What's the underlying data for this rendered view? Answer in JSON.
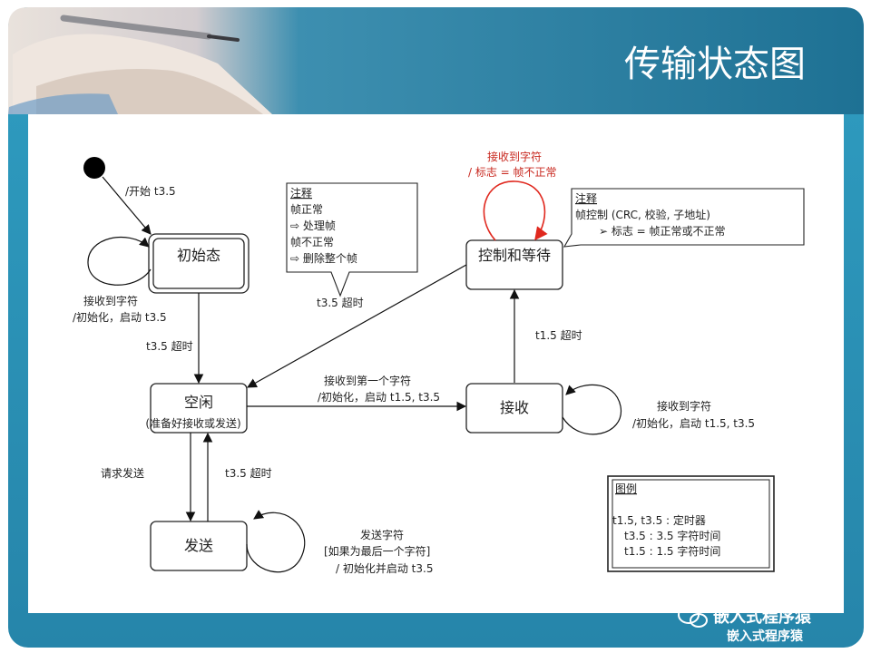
{
  "slide": {
    "title": "传输状态图",
    "colors": {
      "frame": "#2a91b4",
      "frame_dark": "#1d6f8c",
      "loop_red": "#e0281e"
    }
  },
  "states": {
    "initial": "初始态",
    "idle": "空闲",
    "idle_sub": "(准备好接收或发送)",
    "send": "发送",
    "receive": "接收",
    "control": "控制和等待"
  },
  "transitions": {
    "start": "/开始 t3.5",
    "init_loop_1": "接收到字符",
    "init_loop_2": "/初始化，启动 t3.5",
    "init_to_idle": "t3.5 超时",
    "ctrl_to_idle": "t3.5 超时",
    "idle_to_recv_1": "接收到第一个字符",
    "idle_to_recv_2": "/初始化，启动 t1.5, t3.5",
    "recv_to_ctrl": "t1.5 超时",
    "recv_loop_1": "接收到字符",
    "recv_loop_2": "/初始化，启动 t1.5, t3.5",
    "ctrl_loop_1": "接收到字符",
    "ctrl_loop_2": "/ 标志 = 帧不正常",
    "idle_to_send": "请求发送",
    "send_to_idle": "t3.5 超时",
    "send_loop_1": "发送字符",
    "send_loop_2": "[如果为最后一个字符]",
    "send_loop_3": "/ 初始化并启动 t3.5"
  },
  "note_left": {
    "heading": "注释",
    "lines": [
      "帧正常",
      "⇨ 处理帧",
      "帧不正常",
      "⇨ 删除整个帧"
    ]
  },
  "note_right": {
    "heading": "注释",
    "line1": "帧控制 (CRC, 校验, 子地址)",
    "line2": "➢ 标志 = 帧正常或不正常"
  },
  "legend": {
    "heading": "图例",
    "line1": "t1.5, t3.5 : 定时器",
    "line2": "t3.5 : 3.5 字符时间",
    "line3": "t1.5 : 1.5 字符时间"
  },
  "watermark": {
    "text1": "嵌入式程序猿",
    "text2": "嵌入式程序猿"
  }
}
